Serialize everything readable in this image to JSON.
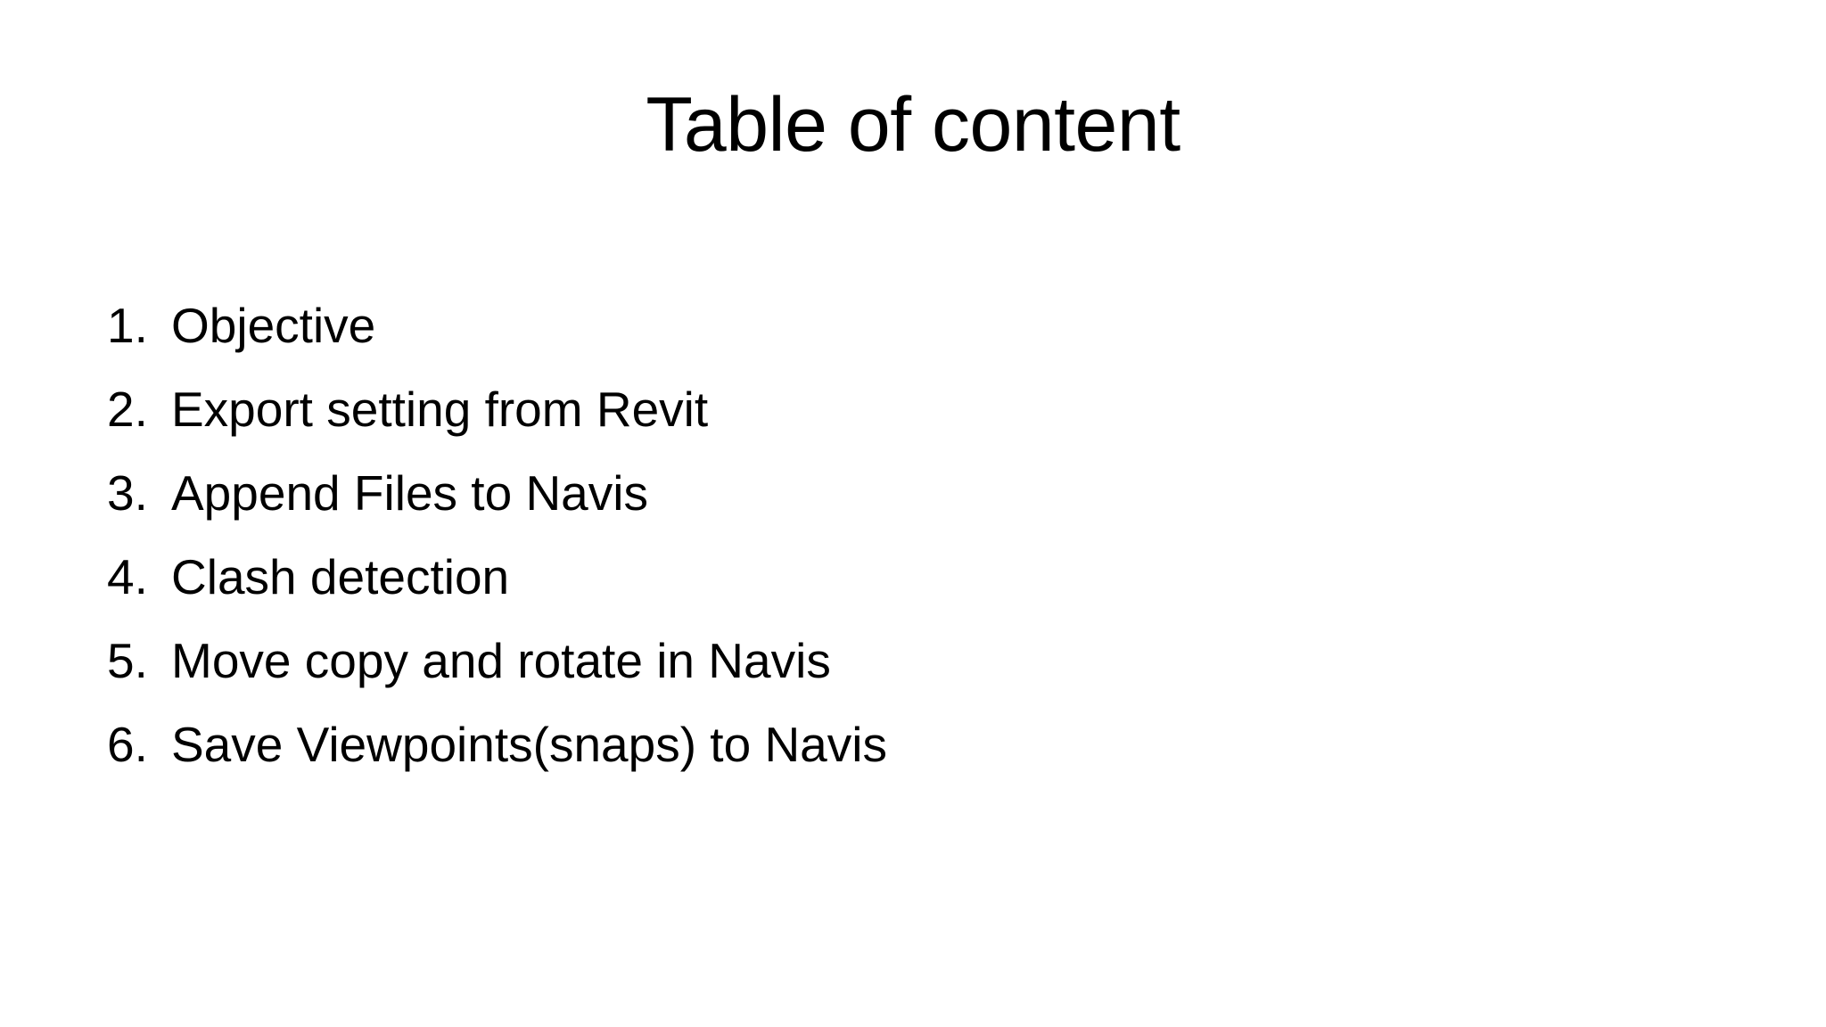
{
  "slide": {
    "title": "Table of content",
    "background_color": "#FFFFFF",
    "text_color": "#000000",
    "items": [
      {
        "number": "1.",
        "label": "Objective"
      },
      {
        "number": "2.",
        "label": "Export setting from Revit"
      },
      {
        "number": "3.",
        "label": "Append Files to Navis"
      },
      {
        "number": "4.",
        "label": "Clash detection"
      },
      {
        "number": "5.",
        "label": "Move copy and rotate in Navis"
      },
      {
        "number": "6.",
        "label": "Save Viewpoints(snaps) to Navis"
      }
    ]
  }
}
